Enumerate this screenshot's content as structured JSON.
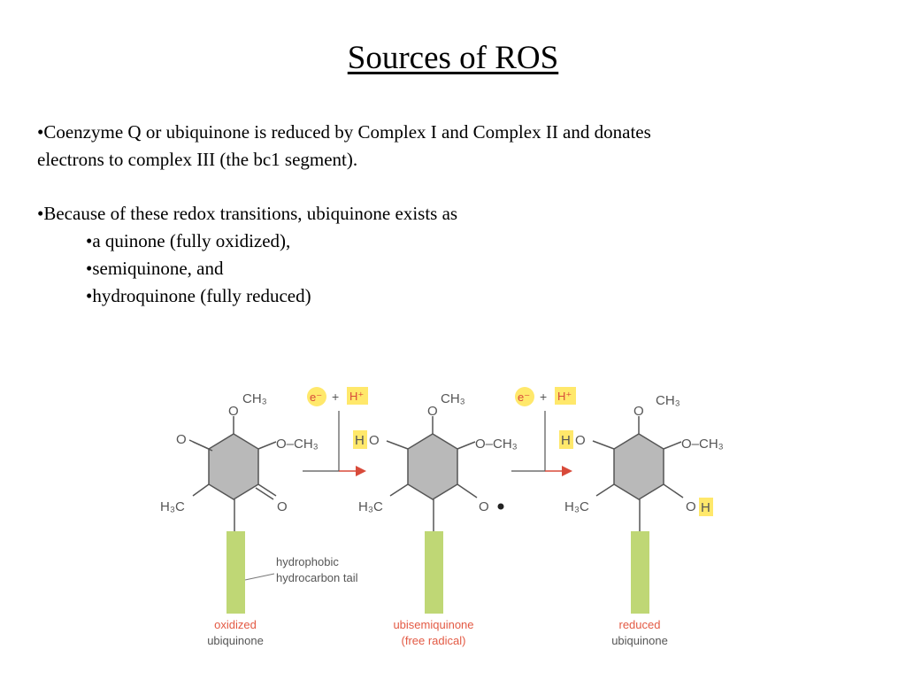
{
  "title": "Sources of ROS",
  "bullets": [
    {
      "text": "•Coenzyme Q or ubiquinone is reduced by Complex I and Complex II and donates"
    },
    {
      "text": "electrons to complex III (the bc1 segment)."
    },
    {
      "text": "•Because of these redox transitions, ubiquinone exists as"
    },
    {
      "text": "•a quinone (fully oxidized),"
    },
    {
      "text": "•semiquinone, and"
    },
    {
      "text": "•hydroquinone (fully reduced)"
    }
  ],
  "figure": {
    "step_reagents": {
      "electron": "e⁻",
      "plus": "+",
      "proton": "H⁺",
      "h": "H"
    },
    "atoms": {
      "o": "O",
      "och3": "O–CH₃",
      "ch3": "CH₃",
      "h3c": "H₃C",
      "oh_o": "O",
      "ho_o": "O"
    },
    "tail_label": [
      "hydrophobic",
      "hydrocarbon tail"
    ],
    "molecules": [
      {
        "name": [
          "oxidized",
          "ubiquinone"
        ]
      },
      {
        "name": [
          "ubisemiquinone",
          "(free radical)"
        ]
      },
      {
        "name": [
          "reduced",
          "ubiquinone"
        ]
      }
    ],
    "colors": {
      "ring": "#b9b9b9",
      "tail": "#bfd775",
      "highlight": "#ffe86b",
      "arrow": "#d84a3a",
      "label": "#e35a44",
      "text": "#555555"
    }
  }
}
